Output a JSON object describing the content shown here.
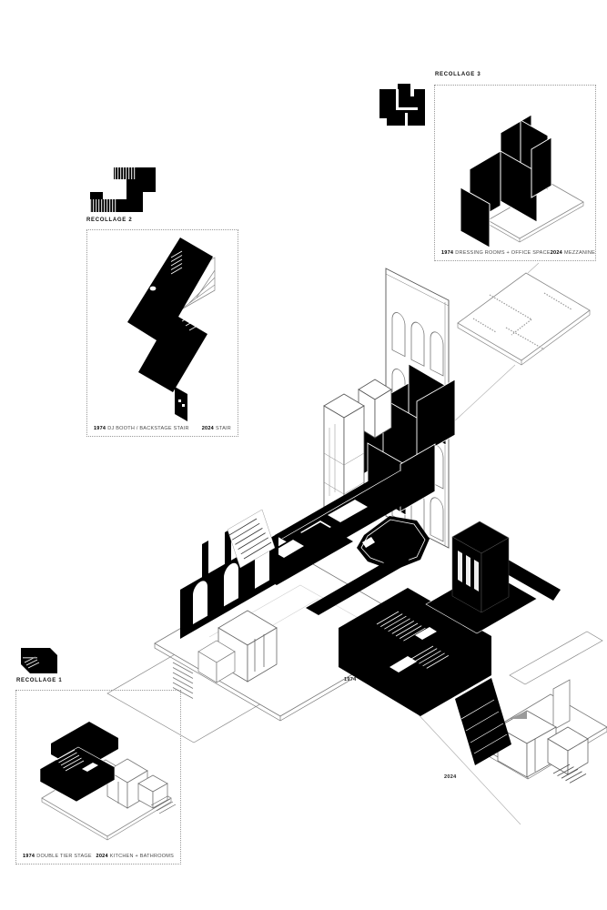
{
  "document": {
    "type": "architectural exploded axonometric recollage diagram",
    "background": "#ffffff"
  },
  "colors": {
    "ink": "#000000",
    "paper": "#ffffff",
    "outline": "#555555",
    "light_line": "#aaaaaa",
    "box_border": "#999999",
    "caption_text": "#4a4a4a"
  },
  "recollages": [
    {
      "label": "RECOLLAGE 1",
      "caption_left_year": "1974",
      "caption_left": "DOUBLE TIER STAGE",
      "caption_right_year": "2024",
      "caption_right": "KITCHEN + BATHROOMS",
      "icon": "plan-fragment-stage-icon"
    },
    {
      "label": "RECOLLAGE 2",
      "caption_left_year": "1974",
      "caption_left": "DJ BOOTH / BACKSTAGE STAIR",
      "caption_right_year": "2024",
      "caption_right": "STAIR",
      "icon": "plan-fragment-stair-icon"
    },
    {
      "label": "RECOLLAGE 3",
      "caption_left_year": "1974",
      "caption_left": "DRESSING ROOMS + OFFICE SPACE",
      "caption_right_year": "2024",
      "caption_right": "MEZZANINE",
      "icon": "plan-fragment-rooms-icon"
    }
  ],
  "axis_labels": {
    "year_left": "1974",
    "year_right": "2024"
  }
}
